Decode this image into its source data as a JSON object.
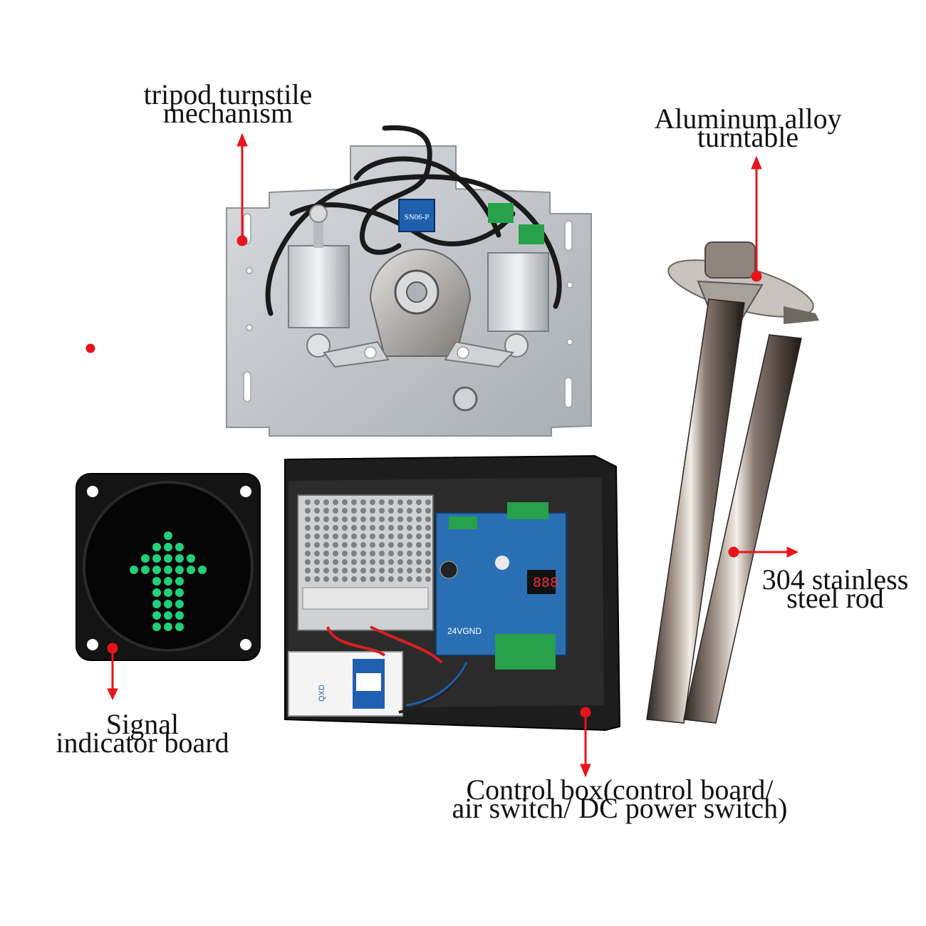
{
  "labels": {
    "mechanism": {
      "line1": "tripod turnstile",
      "line2": "mechanism"
    },
    "turntable": {
      "line1": "Aluminum alloy",
      "line2": "turntable"
    },
    "rod": {
      "line1": "304 stainless",
      "line2": "steel rod"
    },
    "signal": {
      "line1": "Signal",
      "line2": "indicator board"
    },
    "control": {
      "line1": "Control box(control board/",
      "line2": "air switch/ DC power switch)"
    }
  },
  "board_text": {
    "power_label": "24VGND",
    "breaker_brand": "QXD",
    "connector": "SN06-P"
  },
  "colors": {
    "pointer_red": "#e8141b",
    "led_green": "#22d07a",
    "pcb_blue": "#2a6fb4",
    "terminal_green": "#27a14a"
  }
}
